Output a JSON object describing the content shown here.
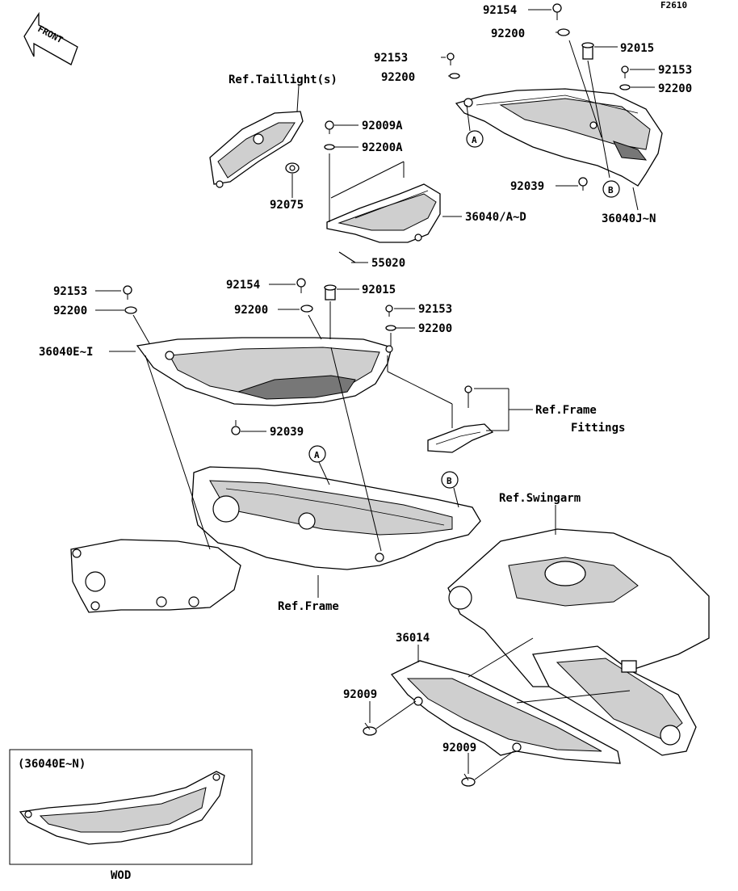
{
  "figure_code": "F2610",
  "front_label": "FRONT",
  "callouts": {
    "p92154_top": "92154",
    "p92200_top": "92200",
    "p92015_right": "92015",
    "p92153_right": "92153",
    "p92200_right": "92200",
    "p92153_mid": "92153",
    "p92200_mid": "92200",
    "ref_taillight": "Ref.Taillight(s)",
    "p92009a": "92009A",
    "p92200a": "92200A",
    "p92075": "92075",
    "p36040ad": "36040/A~D",
    "p55020": "55020",
    "p92039_right": "92039",
    "p36040jn": "36040J~N",
    "p92153_left": "92153",
    "p92200_left": "92200",
    "p92154_mid": "92154",
    "p92200_center": "92200",
    "p92015_center": "92015",
    "p92153_center": "92153",
    "p92200_center_right": "92200",
    "p36040ei": "36040E~I",
    "ref_frame_fittings_1": "Ref.Frame",
    "ref_frame_fittings_2": "Fittings",
    "p92039_left": "92039",
    "ref_swingarm": "Ref.Swingarm",
    "ref_frame": "Ref.Frame",
    "p36014": "36014",
    "p92009_left": "92009",
    "p92009_right": "92009"
  },
  "markers": {
    "a": "A",
    "b": "B"
  },
  "inset": {
    "title": "(36040E~N)",
    "caption": "WOD"
  }
}
